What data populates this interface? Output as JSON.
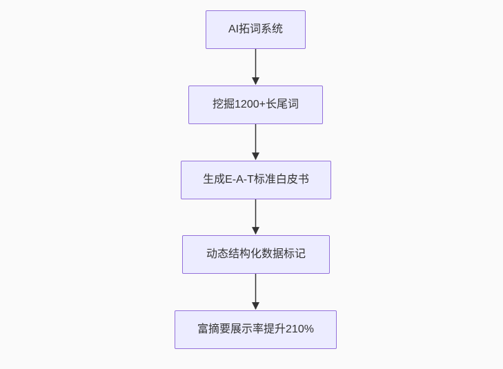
{
  "page": {
    "background": "#fafafa"
  },
  "diagram": {
    "type": "flowchart",
    "direction": "top-down",
    "colors": {
      "node_fill": "#ececff",
      "node_border": "#9370db",
      "text": "#333333",
      "arrow": "#333333",
      "background": "#fafafa"
    },
    "nodes": [
      {
        "id": "n1",
        "label": "AI拓词系统"
      },
      {
        "id": "n2",
        "label": "挖掘1200+长尾词"
      },
      {
        "id": "n3",
        "label": "生成E-A-T标准白皮书"
      },
      {
        "id": "n4",
        "label": "动态结构化数据标记"
      },
      {
        "id": "n5",
        "label": "富摘要展示率提升210%"
      }
    ],
    "edges": [
      {
        "from": "AI拓词系统",
        "to": "挖掘1200+长尾词"
      },
      {
        "from": "挖掘1200+长尾词",
        "to": "生成E-A-T标准白皮书"
      },
      {
        "from": "生成E-A-T标准白皮书",
        "to": "动态结构化数据标记"
      },
      {
        "from": "动态结构化数据标记",
        "to": "富摘要展示率提升210%"
      }
    ]
  }
}
